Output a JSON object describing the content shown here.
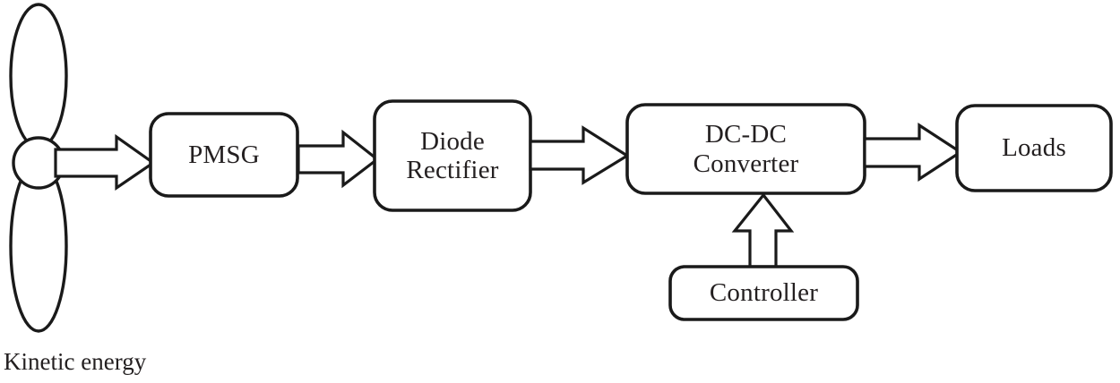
{
  "diagram": {
    "title": "Wind energy conversion system block diagram",
    "background_color": "#ffffff",
    "stroke_color": "#1a1a1a",
    "text_color": "#231f20",
    "blocks": [
      {
        "id": "pmsg",
        "label": "PMSG",
        "lines": [
          "PMSG"
        ]
      },
      {
        "id": "rectifier",
        "label": "Diode Rectifier",
        "lines": [
          "Diode",
          "Rectifier"
        ]
      },
      {
        "id": "converter",
        "label": "DC-DC Converter",
        "lines": [
          "DC-DC",
          "Converter"
        ]
      },
      {
        "id": "loads",
        "label": "Loads",
        "lines": [
          "Loads"
        ]
      },
      {
        "id": "controller",
        "label": "Controller",
        "lines": [
          "Controller"
        ]
      }
    ],
    "captions": [
      {
        "id": "kinetic-energy",
        "text": "Kinetic energy"
      }
    ],
    "connectors": [
      {
        "id": "turbine-to-pmsg",
        "from": "wind-turbine",
        "to": "pmsg",
        "direction": "right",
        "style": "hollow-block-arrow"
      },
      {
        "id": "pmsg-to-rectifier",
        "from": "pmsg",
        "to": "rectifier",
        "direction": "right",
        "style": "hollow-block-arrow"
      },
      {
        "id": "rectifier-to-converter",
        "from": "rectifier",
        "to": "converter",
        "direction": "right",
        "style": "hollow-block-arrow"
      },
      {
        "id": "converter-to-loads",
        "from": "converter",
        "to": "loads",
        "direction": "right",
        "style": "hollow-block-arrow"
      },
      {
        "id": "controller-to-converter",
        "from": "controller",
        "to": "converter",
        "direction": "up",
        "style": "hollow-block-arrow"
      }
    ],
    "turbine": {
      "name": "wind-turbine",
      "blade_count": 2,
      "hub_shape": "circle"
    }
  },
  "text": {
    "pmsg": "PMSG",
    "rectifier_line1": "Diode",
    "rectifier_line2": "Rectifier",
    "converter_line1": "DC-DC",
    "converter_line2": "Converter",
    "loads": "Loads",
    "controller": "Controller",
    "kinetic_energy": "Kinetic energy"
  }
}
